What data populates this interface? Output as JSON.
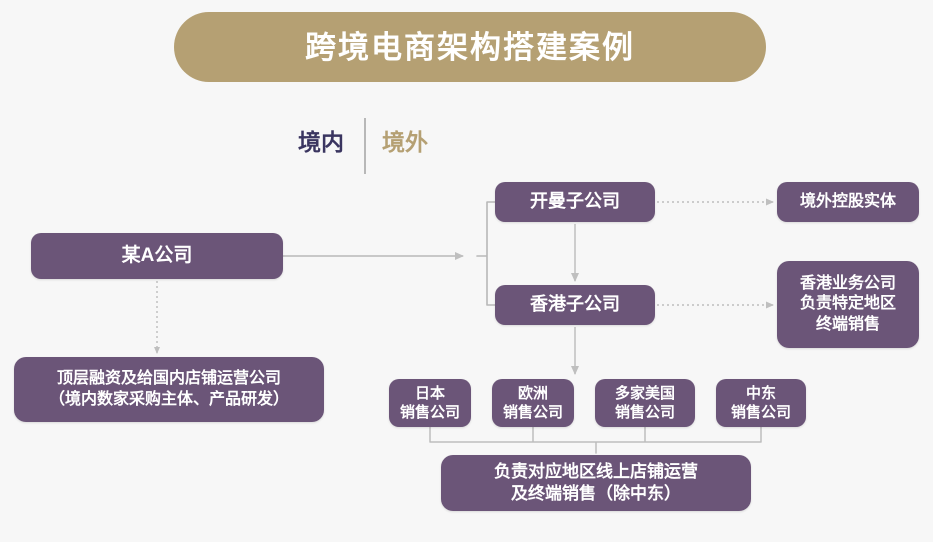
{
  "title": {
    "text": "跨境电商架构搭建案例"
  },
  "zones": {
    "domestic": "境内",
    "overseas": "境外"
  },
  "nodes": {
    "a_company": "某A公司",
    "domestic_note": [
      "顶层融资及给国内店铺运营公司",
      "（境内数家采购主体、产品研发）"
    ],
    "cayman": "开曼子公司",
    "hongkong": "香港子公司",
    "holding_note": "境外控股实体",
    "hk_note": [
      "香港业务公司",
      "负责特定地区",
      "终端销售"
    ],
    "sales": [
      {
        "line1": "日本",
        "line2": "销售公司"
      },
      {
        "line1": "欧洲",
        "line2": "销售公司"
      },
      {
        "line1": "多家美国",
        "line2": "销售公司"
      },
      {
        "line1": "中东",
        "line2": "销售公司"
      }
    ],
    "bottom_note": [
      "负责对应地区线上店铺运营",
      "及终端销售（除中东）"
    ]
  },
  "colors": {
    "background": "#f7f7f7",
    "banner": "#b5a073",
    "node": "#6b5578",
    "node_text": "#ffffff",
    "zone_domestic_text": "#3a3560",
    "zone_overseas_text": "#b5a073",
    "connector": "#b8b8b8",
    "connector_arrow": "#bfbfbf"
  }
}
